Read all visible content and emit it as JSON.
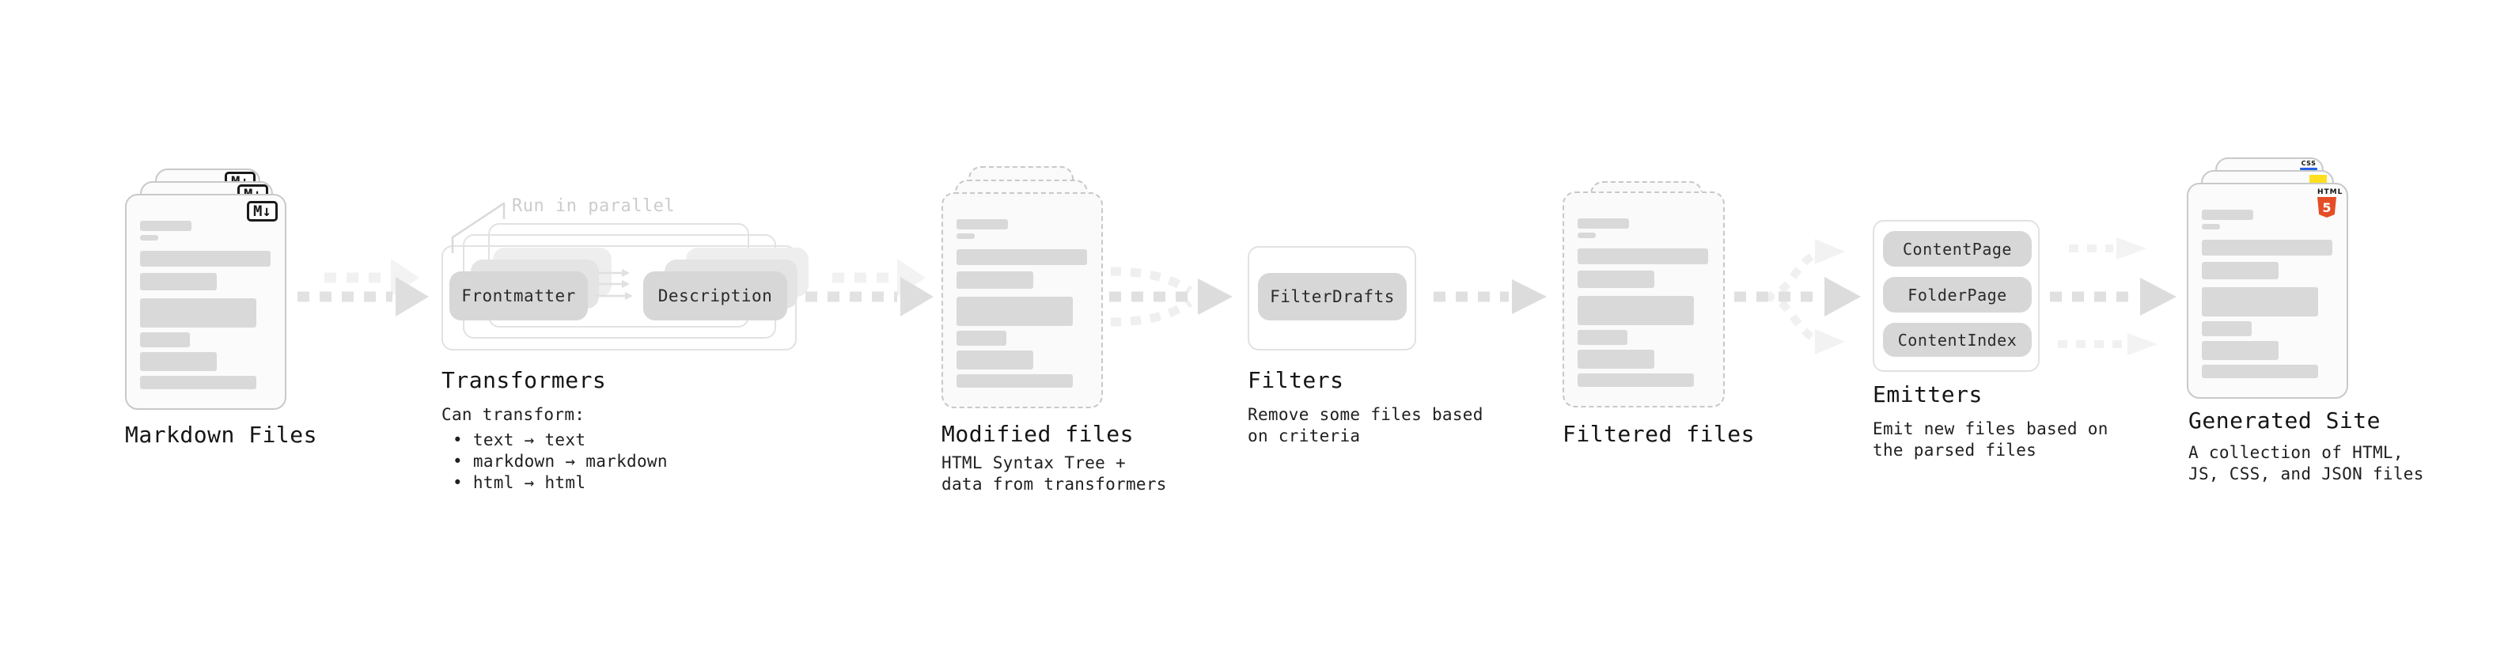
{
  "markdown": {
    "label": "Markdown Files",
    "badge": "M↓"
  },
  "transformers": {
    "label": "Transformers",
    "note": "Run in parallel",
    "frontmatter": "Frontmatter",
    "description": "Description",
    "desc_heading": "Can transform:",
    "bullets": [
      "• text → text",
      "• markdown → markdown",
      "• html → html"
    ]
  },
  "modified": {
    "label": "Modified files",
    "desc": "HTML Syntax Tree +\ndata from transformers"
  },
  "filters": {
    "label": "Filters",
    "button": "FilterDrafts",
    "desc": "Remove some files based\non criteria"
  },
  "filtered": {
    "label": "Filtered files"
  },
  "emitters": {
    "label": "Emitters",
    "buttons": [
      "ContentPage",
      "FolderPage",
      "ContentIndex"
    ],
    "desc": "Emit new files based on\nthe parsed files"
  },
  "generated": {
    "label": "Generated Site",
    "desc": "A collection of HTML,\nJS, CSS, and JSON files",
    "badge_css": "CSS",
    "badge_html_word": "HTML",
    "badge_html_5": "5"
  },
  "colors": {
    "html5_orange": "#e44d26",
    "js_yellow": "#ffdf1e",
    "css_blue": "#2760e6"
  }
}
